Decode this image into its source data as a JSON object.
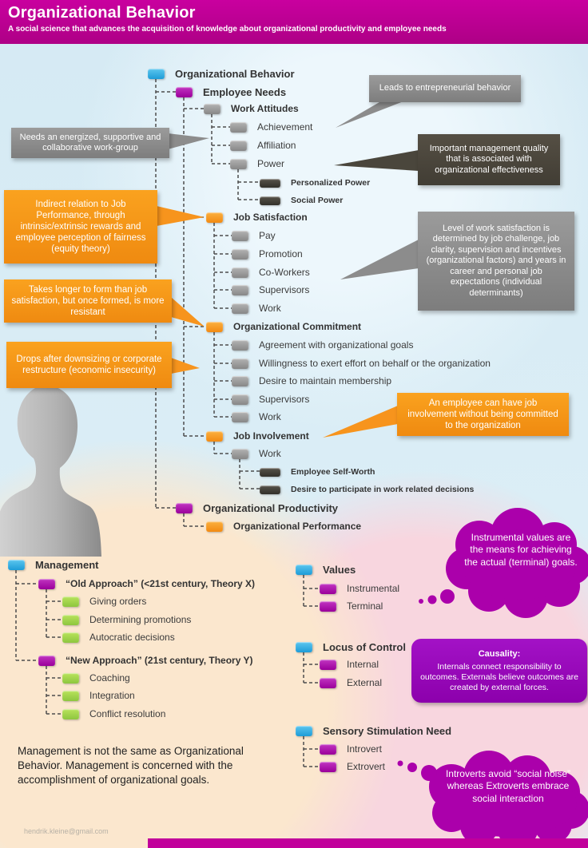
{
  "header": {
    "title": "Organizational Behavior",
    "subtitle": "A social science that advances the acquisition of knowledge about organizational productivity and employee needs"
  },
  "tree": {
    "root": "Organizational Behavior",
    "employee_needs": "Employee Needs",
    "work_attitudes": "Work Attitudes",
    "achievement": "Achievement",
    "affiliation": "Affiliation",
    "power": "Power",
    "personalized_power": "Personalized Power",
    "social_power": "Social Power",
    "job_satisfaction": "Job Satisfaction",
    "pay": "Pay",
    "promotion": "Promotion",
    "co_workers": "Co-Workers",
    "supervisors_1": "Supervisors",
    "work_1": "Work",
    "org_commitment": "Organizational Commitment",
    "agreement": "Agreement with organizational goals",
    "willingness": "Willingness to exert effort on behalf or the organization",
    "desire_membership": "Desire to maintain membership",
    "supervisors_2": "Supervisors",
    "work_2": "Work",
    "job_involvement": "Job Involvement",
    "work_3": "Work",
    "self_worth": "Employee Self-Worth",
    "participate": "Desire to participate in work related decisions",
    "org_productivity": "Organizational Productivity",
    "org_performance": "Organizational Performance"
  },
  "management_tree": {
    "management": "Management",
    "old_approach": "“Old Approach” (<21st century, Theory X)",
    "giving_orders": "Giving orders",
    "determining_promotions": "Determining promotions",
    "autocratic_decisions": "Autocratic decisions",
    "new_approach": "“New Approach” (21st century, Theory Y)",
    "coaching": "Coaching",
    "integration": "Integration",
    "conflict_resolution": "Conflict resolution"
  },
  "values_tree": {
    "values": "Values",
    "instrumental": "Instrumental",
    "terminal": "Terminal"
  },
  "locus_tree": {
    "locus": "Locus of Control",
    "internal": "Internal",
    "external": "External"
  },
  "sensory_tree": {
    "sensory": "Sensory Stimulation Need",
    "introvert": "Introvert",
    "extrovert": "Extrovert"
  },
  "callouts": {
    "entrepreneurial": "Leads to entrepreneurial behavior",
    "workgroup": "Needs an energized, supportive and collaborative work-group",
    "management_quality": "Important management quality that is associated with organizational effectiveness",
    "equity": "Indirect relation to Job Performance, through intrinsic/extrinsic rewards and employee perception of fairness (equity theory)",
    "satisfaction_factors": "Level of work satisfaction is determined by job challenge, job clarity, supervision and incentives (organizational factors) and years in career and personal job expectations (individual determinants)",
    "commitment_form": "Takes longer to form than job satisfaction, but once formed, is more resistant",
    "downsizing": "Drops after downsizing or corporate restructure (economic insecurity)",
    "involvement": "An employee can have job involvement without being committed to the organization",
    "instrumental_note": "Instrumental values are the means for achieving the actual (terminal) goals.",
    "causality_title": "Causality:",
    "causality_body": "Internals connect responsibility to outcomes. Externals believe outcomes are created by external forces.",
    "introvert_note": "Introverts avoid “social noise” whereas Extroverts embrace social interaction"
  },
  "note": "Management is not the same as Organizational Behavior. Management is concerned with the accomplishment of organizational goals.",
  "footer_email": "hendrik.kleine@gmail.com",
  "palette": {
    "header": "#BE0096",
    "blue": "#29ABE2",
    "purple": "#A100A1",
    "orange": "#F7941D",
    "green": "#8DC63F",
    "gray": "#8C8C8C",
    "dark": "#4A463C",
    "cloud": "#AB00AB"
  }
}
